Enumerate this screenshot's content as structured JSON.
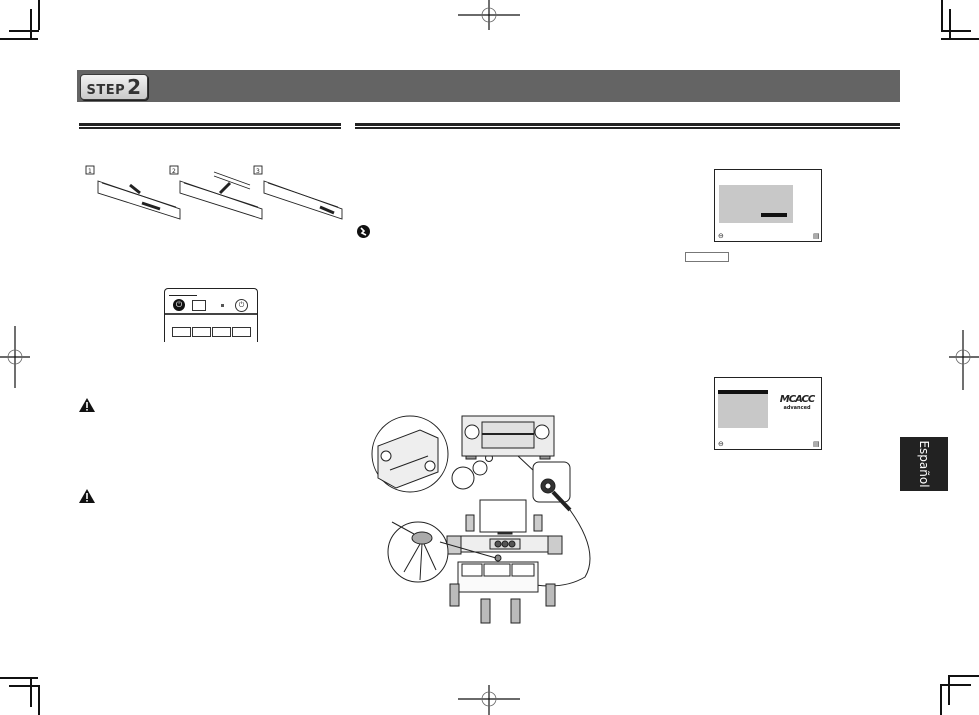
{
  "page": {
    "language_tab": "Español",
    "step_badge": {
      "word": "STEP",
      "number": "2"
    }
  },
  "colors": {
    "step_bar": "#646464",
    "rule": "#222222",
    "language_tab": "#222222",
    "screen_gray": "#c8c8c8"
  },
  "left_column": {
    "battery_figure": {
      "steps": [
        "1",
        "2",
        "3"
      ]
    },
    "remote_figure": {
      "icons": [
        "power-icon",
        "button",
        "indicator-dot",
        "power-icon"
      ]
    },
    "warnings": [
      {
        "icon": "warning-triangle-icon"
      },
      {
        "icon": "warning-triangle-icon"
      }
    ]
  },
  "right_column": {
    "important_icon": "important-note-icon",
    "osd_screen_1": {
      "icons": [
        "return-icon",
        "menu-icon"
      ]
    },
    "osd_screen_2": {
      "logo_top": "MCACC",
      "logo_bottom": "advanced",
      "icons": [
        "return-icon",
        "menu-icon"
      ]
    },
    "setup_figure": {
      "items": [
        "av-receiver",
        "receiver-rear-detail",
        "mic-jack",
        "microphone-on-tripod",
        "tv",
        "speakers",
        "sofa"
      ]
    }
  }
}
